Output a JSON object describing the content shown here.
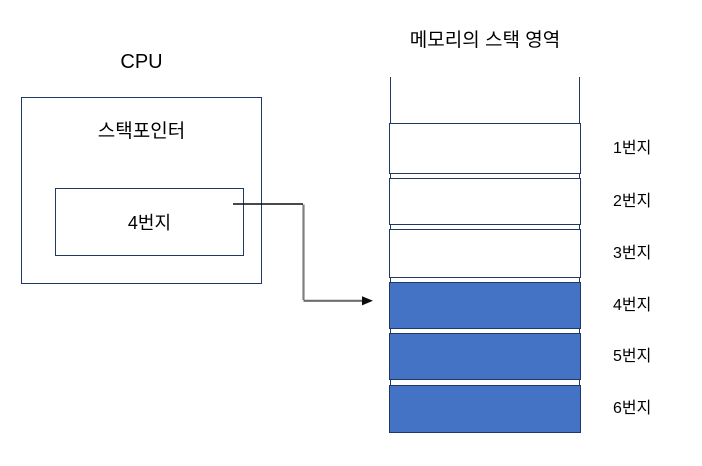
{
  "cpu": {
    "title": "CPU",
    "stack_pointer_label": "스택포인터",
    "stack_pointer_value": "4번지"
  },
  "memory": {
    "title": "메모리의 스택 영역",
    "rows": [
      {
        "label": "1번지",
        "filled": false
      },
      {
        "label": "2번지",
        "filled": false
      },
      {
        "label": "3번지",
        "filled": false
      },
      {
        "label": "4번지",
        "filled": true
      },
      {
        "label": "5번지",
        "filled": true
      },
      {
        "label": "6번지",
        "filled": true
      }
    ]
  },
  "colors": {
    "row_fill_blue": "#4472C4",
    "row_fill_white": "#FFFFFF",
    "box_border": "#1F3864",
    "arrow_gray": "#7F7F7F",
    "arrow_dark_gray": "#6E6E6E",
    "arrow_black": "#0D0D0D"
  }
}
